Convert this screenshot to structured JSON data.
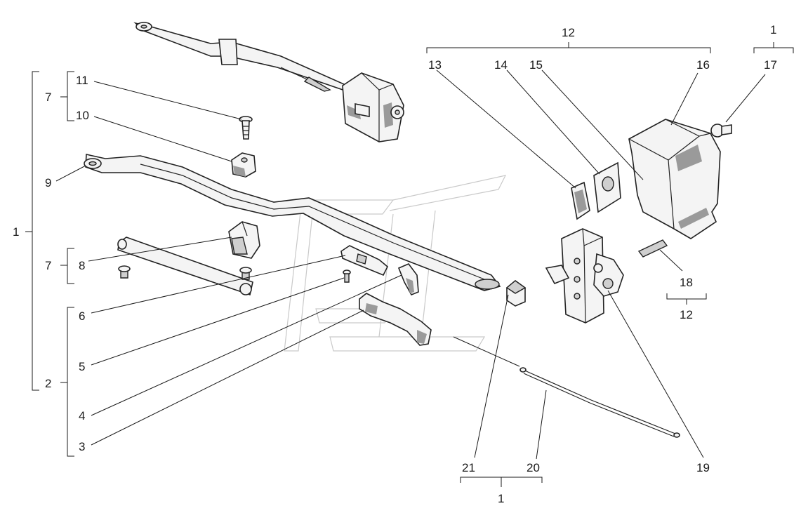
{
  "diagram": {
    "labels": {
      "a1": "1",
      "a2": "1",
      "a3": "1",
      "a2b": "2",
      "c3": "3",
      "c4": "4",
      "c5": "5",
      "c6": "6",
      "c7a": "7",
      "c7b": "7",
      "c8": "8",
      "c9": "9",
      "c10": "10",
      "c11": "11",
      "c12a": "12",
      "c12b": "12",
      "c13": "13",
      "c14": "14",
      "c15": "15",
      "c16": "16",
      "c17": "17",
      "c18": "18",
      "c19": "19",
      "c20": "20",
      "c21": "21"
    }
  }
}
